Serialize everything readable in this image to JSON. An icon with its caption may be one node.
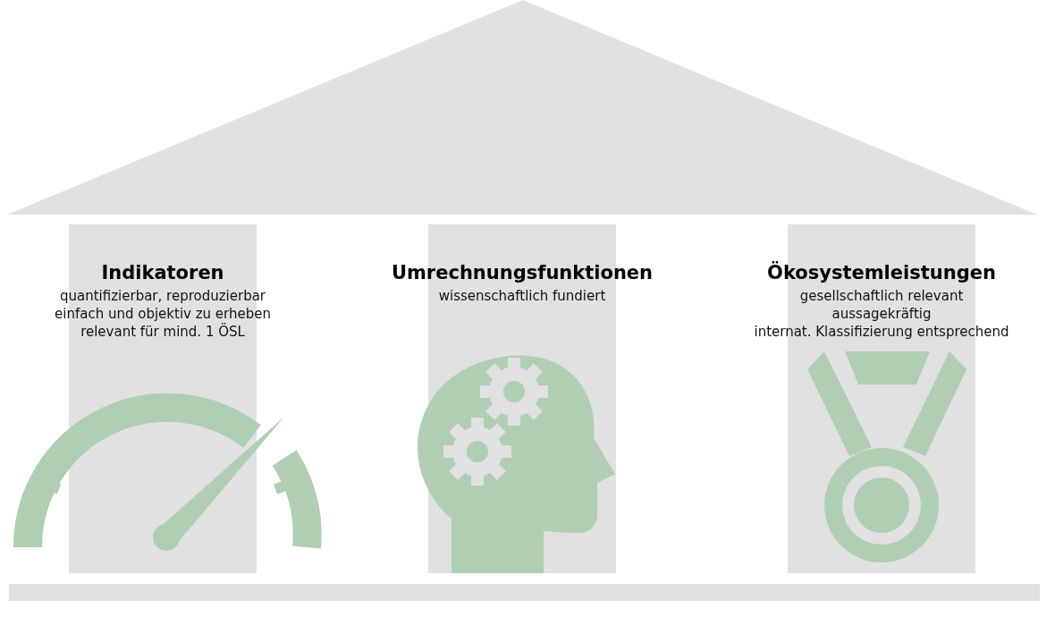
{
  "diagram": {
    "nodes": [
      {
        "text": [
          "Indikatoren",
          "quantifizierbar, reproduzierbar",
          "einfach und objektiv zu erheben",
          "relevant für mind. 1 ÖSL"
        ]
      },
      {
        "text": [
          "Umrechnungsfunktionen",
          "wissenschaftlich fundiert"
        ]
      },
      {
        "text": [
          "Ökosystemleistungen",
          "gesellschaftlich relevant",
          "aussagekräftig",
          "internat. Klassifizierung entsprechend"
        ]
      }
    ]
  }
}
